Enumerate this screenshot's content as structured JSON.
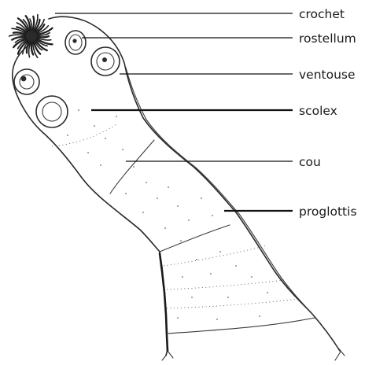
{
  "labels": {
    "crochet": "crochet",
    "rostellum": "rostellum",
    "ventouse": "ventouse",
    "scolex": "scolex",
    "cou": "cou",
    "proglottis": "proglottis"
  }
}
